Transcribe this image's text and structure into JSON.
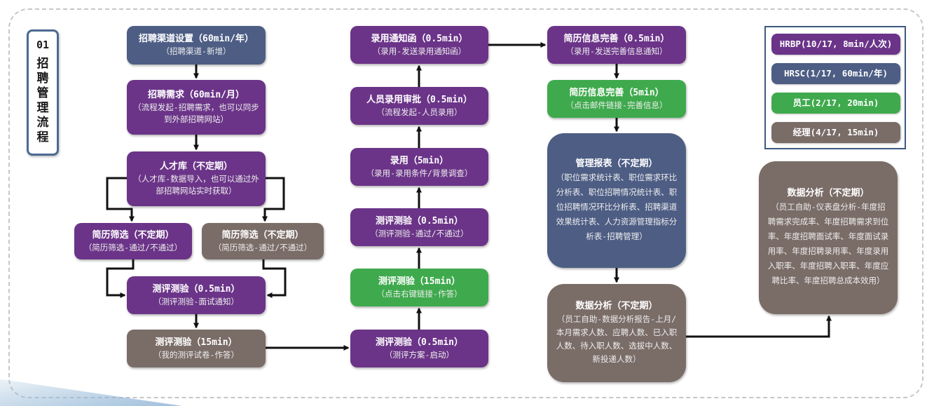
{
  "title": {
    "number": "01",
    "text": "招聘管理流程"
  },
  "legend": [
    {
      "label": "HRBP(10/17, 8min/人次)",
      "color": "#6b3488"
    },
    {
      "label": "HRSC(1/17, 60min/年)",
      "color": "#4d5d84"
    },
    {
      "label": "员工(2/17, 20min)",
      "color": "#3faa4d"
    },
    {
      "label": "经理(4/17, 15min)",
      "color": "#7a6c67"
    }
  ],
  "nodes": {
    "channel": {
      "title": "招聘渠道设置（60min/年）",
      "sub": "（招聘渠道-新增）"
    },
    "demand": {
      "title": "招聘需求（60min/月）",
      "sub": "（流程发起-招聘需求，也可以同步到外部招聘网站）"
    },
    "talent": {
      "title": "人才库（不定期）",
      "sub": "（人才库-数据导入，也可以通过外部招聘网站实时获取）"
    },
    "screen_hrbp": {
      "title": "简历筛选（不定期）",
      "sub": "（简历筛选-通过/不通过）"
    },
    "screen_mgr": {
      "title": "简历筛选（不定期）",
      "sub": "（简历筛选-通过/不通过）"
    },
    "test_notice": {
      "title": "测评测验（0.5min）",
      "sub": "（测评测验-面试通知）"
    },
    "test_mgr": {
      "title": "测评测验（15min）",
      "sub": "（我的测评试卷-作答）"
    },
    "test_start": {
      "title": "测评测验（0.5min）",
      "sub": "（测评方案-启动）"
    },
    "test_emp": {
      "title": "测评测验（15min）",
      "sub": "（点击右键链接-作答）"
    },
    "test_pass": {
      "title": "测评测验（0.5min）",
      "sub": "（测评测验-通过/不通过）"
    },
    "hire": {
      "title": "录用（5min）",
      "sub": "（录用-录用条件/背景调查）"
    },
    "approve": {
      "title": "人员录用审批（0.5min）",
      "sub": "（流程发起-人员录用）"
    },
    "offer": {
      "title": "录用通知函（0.5min）",
      "sub": "（录用-发送录用通知函）"
    },
    "resume_hrbp": {
      "title": "简历信息完善（0.5min）",
      "sub": "（录用-发送完善信息通知）"
    },
    "resume_emp": {
      "title": "简历信息完善（5min）",
      "sub": "（点击邮件链接-完善信息）"
    },
    "reports": {
      "title": "管理报表（不定期）",
      "sub": "（职位需求统计表、职位需求环比分析表、职位招聘情况统计表、职位招聘情况环比分析表、招聘渠道效果统计表、人力资源管理指标分析表-招聘管理）"
    },
    "analysis_mgr": {
      "title": "数据分析（不定期）",
      "sub": "（员工自助-数据分析报告-上月/本月需求人数、应聘人数、已入职人数、待入职人数、选拔中人数、新投递人数）"
    },
    "analysis_dash": {
      "title": "数据分析（不定期）",
      "sub": "（员工自助-仪表盘分析-年度招聘需求完成率、年度招聘需求到位率、年度招聘面试率、年度面试录用率、年度招聘录用率、年度录用入职率、年度招聘入职率、年度应聘比率、年度招聘总成本效用）"
    }
  }
}
